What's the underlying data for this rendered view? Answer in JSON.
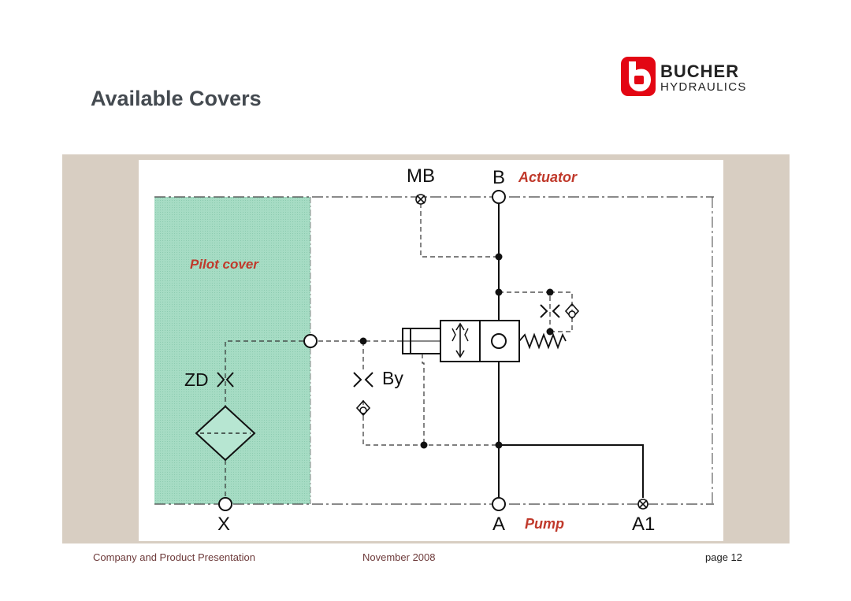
{
  "slide": {
    "title": "Available Covers"
  },
  "logo": {
    "word1": "BUCHER",
    "word2": "HYDRAULICS",
    "color": "#e30613"
  },
  "diagram": {
    "port_mb": "MB",
    "port_b": "B",
    "port_a": "A",
    "port_a1": "A1",
    "port_x": "X",
    "label_zd": "ZD",
    "label_by": "By",
    "callout_actuator": "Actuator",
    "callout_pump": "Pump",
    "callout_pilot": "Pilot cover",
    "callout_color": "#c0392b",
    "pilot_fill": "#9fd8bf"
  },
  "footer": {
    "left": "Company and Product Presentation",
    "center": "November 2008",
    "right": "page 12"
  }
}
